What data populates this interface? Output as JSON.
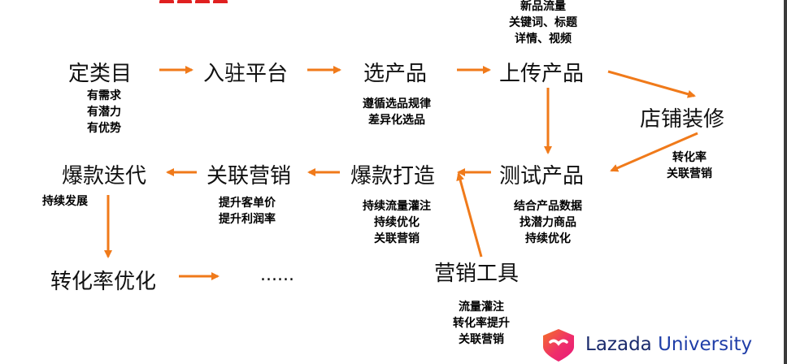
{
  "nodes": {
    "category": "定类目",
    "join_platform": "入驻平台",
    "select_product": "选产品",
    "upload_product": "上传产品",
    "store_decoration": "店铺装修",
    "test_product": "测试产品",
    "hit_creation": "爆款打造",
    "related_marketing": "关联营销",
    "hit_iteration": "爆款迭代",
    "conversion_optimization": "转化率优化",
    "ellipsis": "......",
    "marketing_tools": "营销工具"
  },
  "notes": {
    "category": [
      "有需求",
      "有潜力",
      "有优势"
    ],
    "select_product": [
      "遵循选品规律",
      "差异化选品"
    ],
    "upload_product": [
      "新品流量",
      "关键词、标题",
      "详情、视频"
    ],
    "store_decoration": [
      "转化率",
      "关联营销"
    ],
    "test_product": [
      "结合产品数据",
      "找潜力商品",
      "持续优化"
    ],
    "hit_creation": [
      "持续流量灌注",
      "持续优化",
      "关联营销"
    ],
    "related_marketing": [
      "提升客单价",
      "提升利润率"
    ],
    "hit_iteration": [
      "持续发展"
    ],
    "marketing_tools": [
      "流量灌注",
      "转化率提升",
      "关联营销"
    ]
  },
  "logo": {
    "word1": "Lazada",
    "word2": "University"
  },
  "colors": {
    "arrow": "#f07a1a",
    "logo_orange": "#f57224",
    "logo_pink": "#e8187a"
  }
}
